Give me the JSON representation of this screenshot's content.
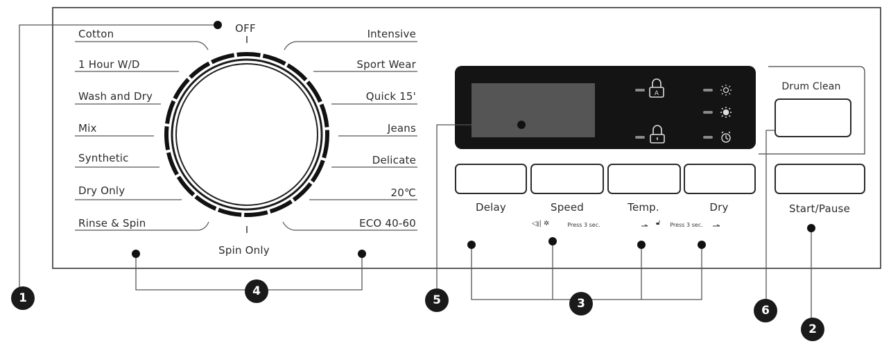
{
  "off_label": "OFF",
  "spin_only_label": "Spin Only",
  "programs_left": [
    "Cotton",
    "1 Hour W/D",
    "Wash and Dry",
    "Mix",
    "Synthetic",
    "Dry Only",
    "Rinse & Spin"
  ],
  "programs_right": [
    "Intensive",
    "Sport Wear",
    "Quick 15'",
    "Jeans",
    "Delicate",
    "20℃",
    "ECO 40-60"
  ],
  "buttons": {
    "delay": "Delay",
    "speed": "Speed",
    "temp": "Temp.",
    "dry": "Dry",
    "start_pause": "Start/Pause",
    "drum_clean": "Drum Clean"
  },
  "hints": {
    "speed": "Press 3 sec.",
    "temp_dry": "Press 3 sec."
  },
  "callouts": [
    "1",
    "2",
    "3",
    "4",
    "5",
    "6"
  ],
  "display_icons": [
    "child-lock-icon",
    "door-lock-icon",
    "light-icon",
    "strong-light-icon",
    "alarm-clock-icon"
  ]
}
